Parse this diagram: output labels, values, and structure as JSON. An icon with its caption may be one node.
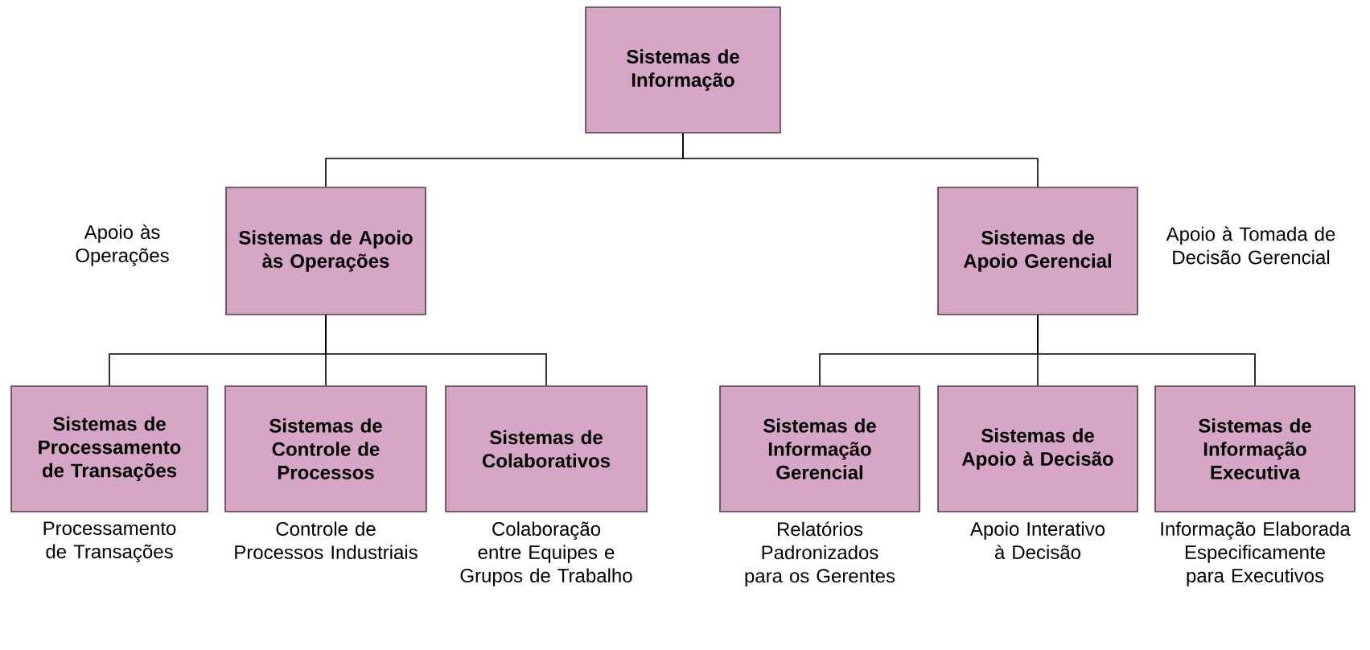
{
  "diagram": {
    "nodes": [
      {
        "text": [
          "Sistemas de Informação"
        ]
      },
      {
        "text": [
          "Sistemas de Apoio às Operações"
        ],
        "beside": [
          "Apoio às Operações"
        ]
      },
      {
        "text": [
          "Sistemas de Apoio Gerencial"
        ],
        "beside": [
          "Apoio à Tomada de Decisão Gerencial"
        ]
      },
      {
        "text": [
          "Sistemas de Processamento de Transações"
        ],
        "beside": [
          "Processamento de Transações"
        ]
      },
      {
        "text": [
          "Sistemas de Controle de Processos"
        ],
        "beside": [
          "Controle de Processos Industriais"
        ]
      },
      {
        "text": [
          "Sistemas de Colaborativos"
        ],
        "beside": [
          "Colaboração entre Equipes e Grupos de Trabalho"
        ]
      },
      {
        "text": [
          "Sistemas de Informação Gerencial"
        ],
        "beside": [
          "Relatórios Padronizados para os Gerentes"
        ]
      },
      {
        "text": [
          "Sistemas de Apoio à Decisão"
        ],
        "beside": [
          "Apoio Interativo à Decisão"
        ]
      },
      {
        "text": [
          "Sistemas de Informação Executiva"
        ],
        "beside": [
          "Informação Elaborada Especificamente para Executivos"
        ]
      }
    ],
    "edges": [
      {
        "from": 0,
        "to": 1,
        "arrow": "none"
      },
      {
        "from": 0,
        "to": 2,
        "arrow": "none"
      },
      {
        "from": 1,
        "to": 3,
        "arrow": "none"
      },
      {
        "from": 1,
        "to": 4,
        "arrow": "none"
      },
      {
        "from": 1,
        "to": 5,
        "arrow": "none"
      },
      {
        "from": 2,
        "to": 6,
        "arrow": "none"
      },
      {
        "from": 2,
        "to": 7,
        "arrow": "none"
      },
      {
        "from": 2,
        "to": 8,
        "arrow": "none"
      }
    ]
  }
}
